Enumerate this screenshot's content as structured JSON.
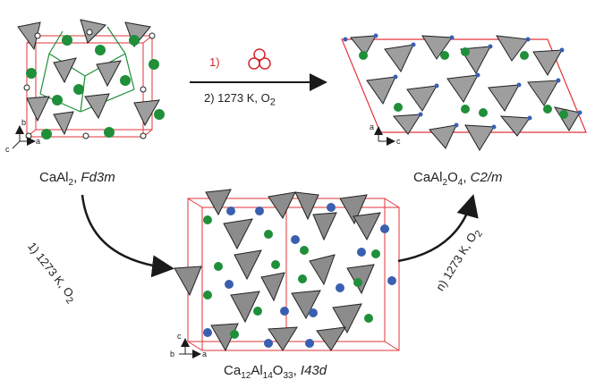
{
  "compounds": {
    "start": {
      "formula": "CaAl",
      "sub": "2",
      "sep": ", ",
      "space_group": "Fd3m"
    },
    "intermediate": {
      "f1": "Ca",
      "s1": "12",
      "f2": "Al",
      "s2": "14",
      "f3": "O",
      "s3": "33",
      "sep": ", ",
      "space_group": "I43d"
    },
    "product": {
      "f1": "CaAl",
      "s1": "2",
      "f2": "O",
      "s2": "4",
      "sep": ", ",
      "space_group": "C2/m"
    }
  },
  "steps": {
    "top_step1": "1)",
    "top_step2_prefix": "2) 1273 K, O",
    "top_step2_sub": "2",
    "left_step_prefix": "1) 1273 K, O",
    "left_step_sub": "2",
    "right_step_prefix": "n) 1273 K, O",
    "right_step_sub": "2"
  },
  "axes": {
    "start": {
      "vertical": "b",
      "horizontal": "a",
      "depth": "c"
    },
    "intermediate": {
      "vertical": "c",
      "horizontal": "a",
      "depth": "b"
    },
    "product": {
      "vertical": "a",
      "horizontal": "c"
    }
  },
  "colors": {
    "arrow": "#1a1a1a",
    "cell_edge": "#e2343a",
    "tetrahedron": "#9e9e9e",
    "calcium": "#1f8f3a",
    "oxygen": "#3a5fb0",
    "step_red": "#d3272a"
  },
  "icons": [
    "trefoil-icon"
  ]
}
